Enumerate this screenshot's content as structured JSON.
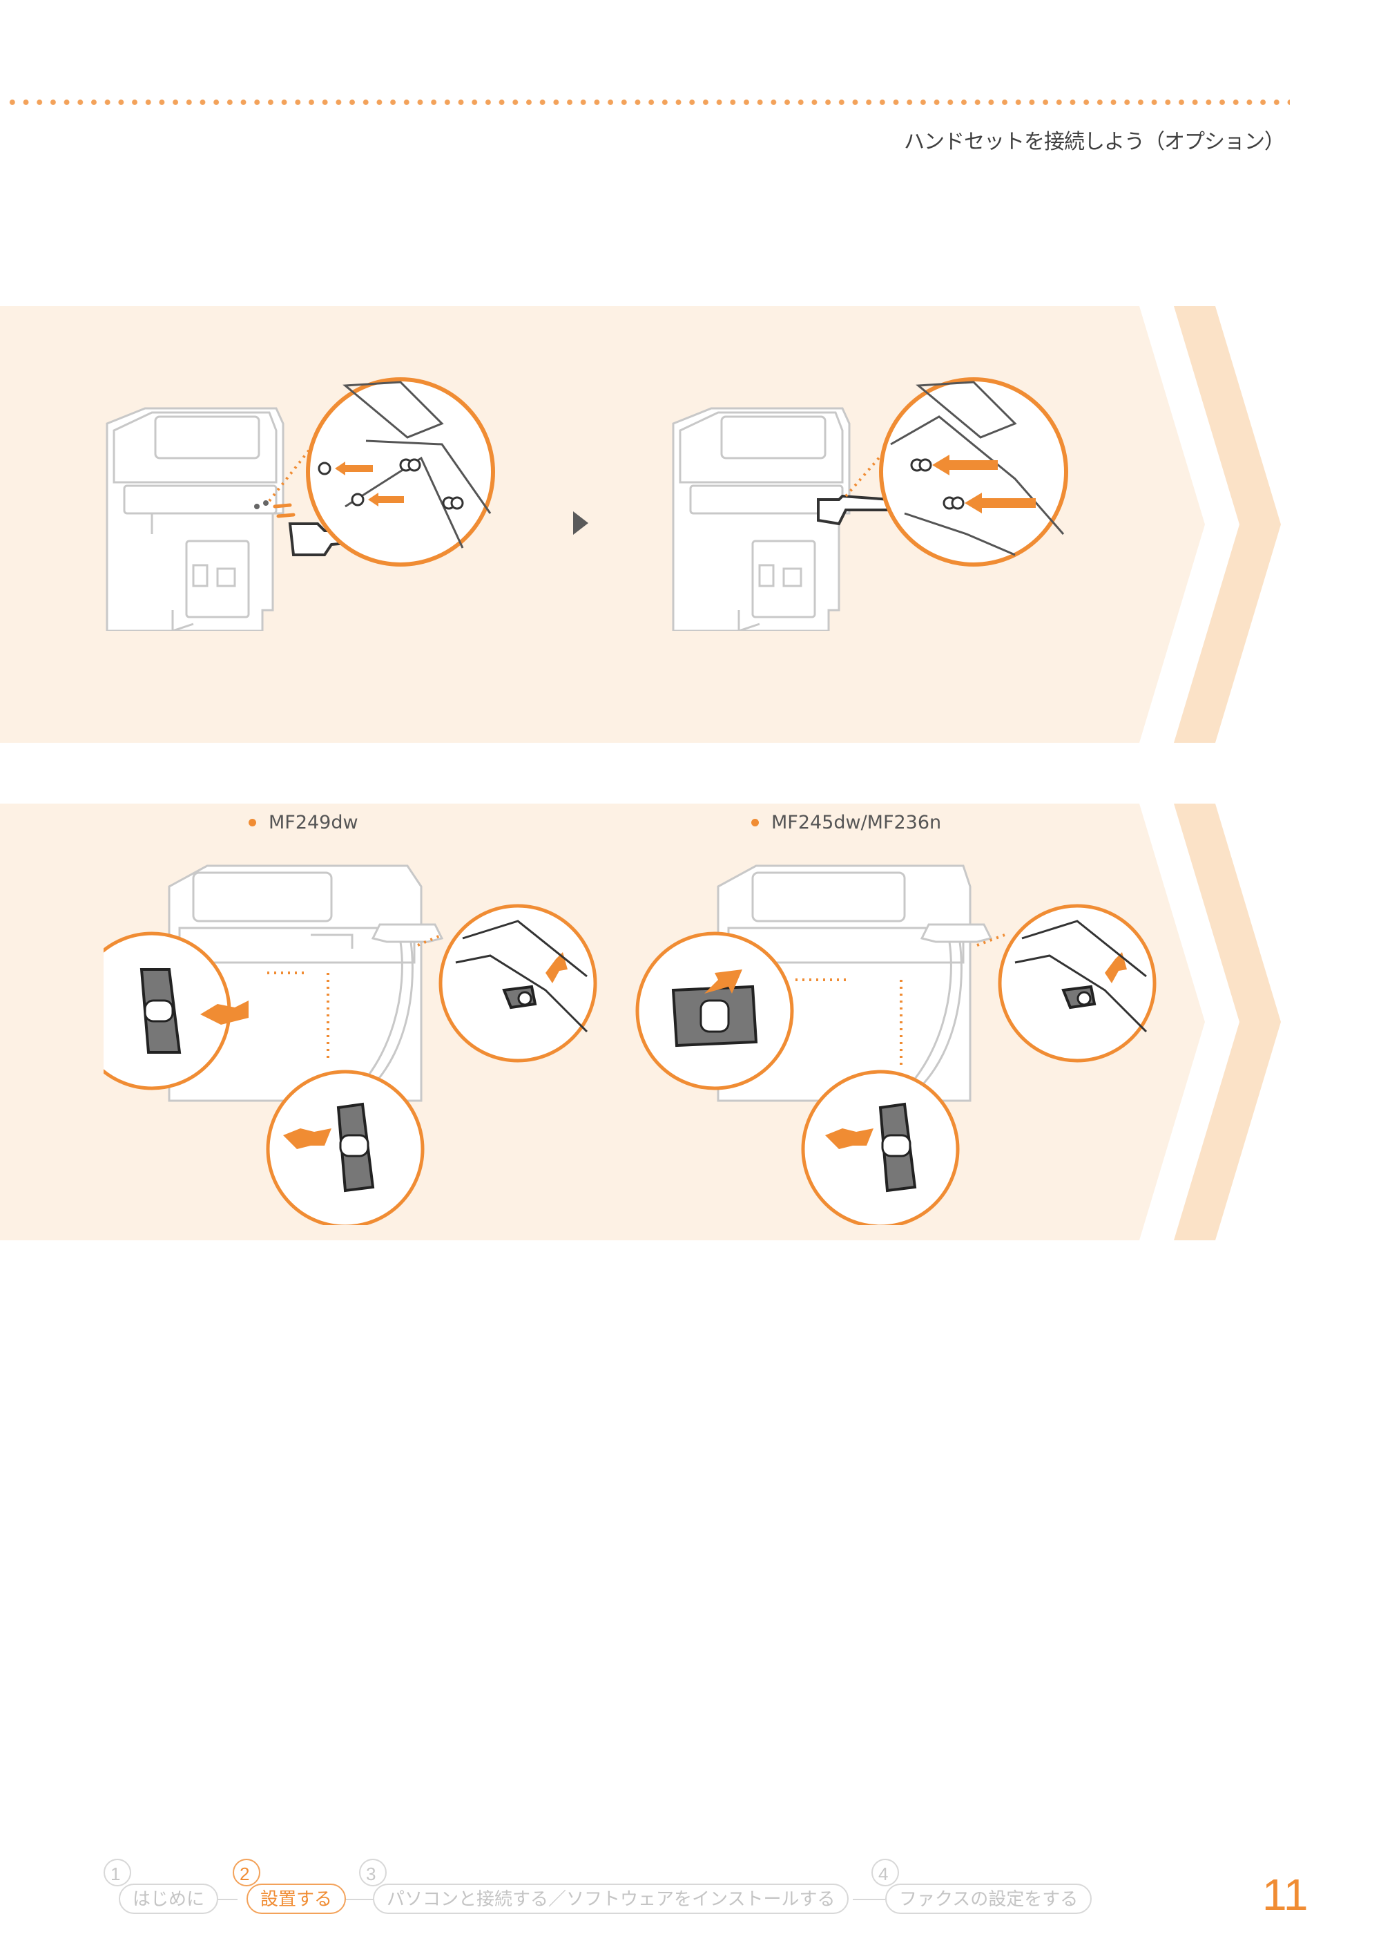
{
  "header": {
    "title": "ハンドセットを接続しよう（オプション）"
  },
  "panel2": {
    "models": [
      "MF249dw",
      "MF245dw/MF236n"
    ]
  },
  "footer": {
    "steps": [
      {
        "number": "1",
        "label": "はじめに",
        "active": false
      },
      {
        "number": "2",
        "label": "設置する",
        "active": true
      },
      {
        "number": "3",
        "label": "パソコンと接続する／ソフトウェアをインストールする",
        "active": false
      },
      {
        "number": "4",
        "label": "ファクスの設定をする",
        "active": false
      }
    ],
    "page_number": "11"
  },
  "colors": {
    "accent": "#f08c33",
    "panel_bg": "#fdf1e4",
    "chevron": "#fbe2c7"
  }
}
